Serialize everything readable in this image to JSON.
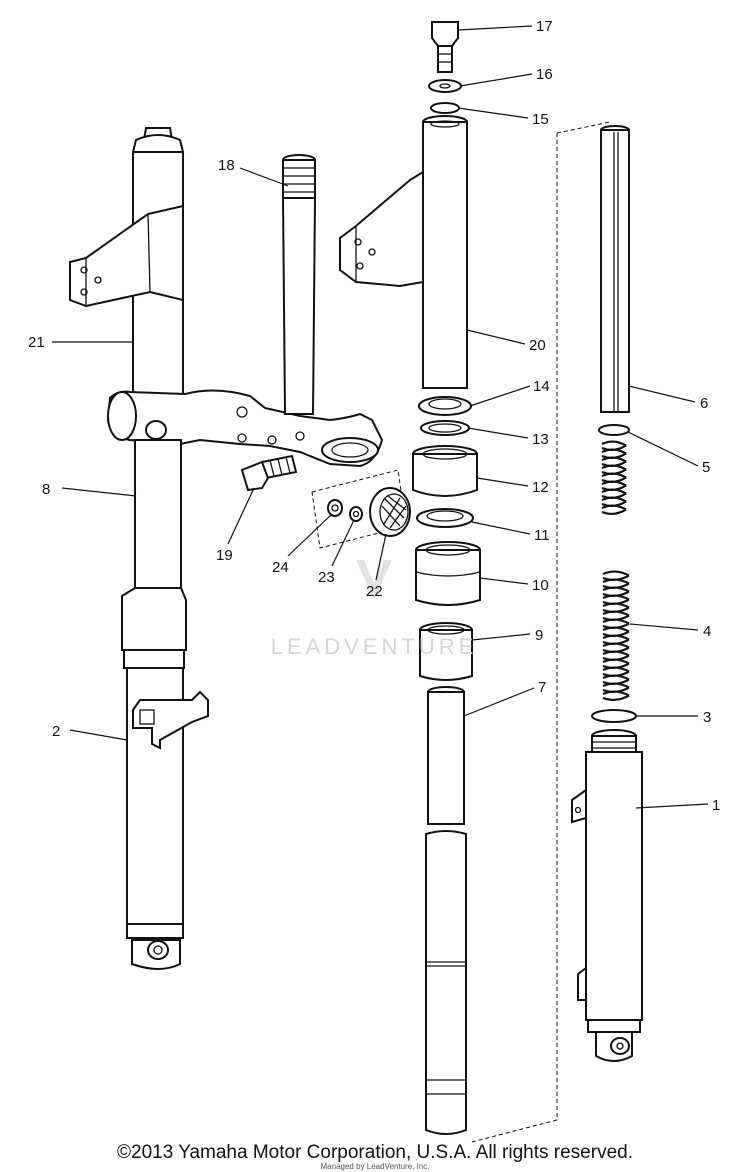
{
  "diagram": {
    "callouts": [
      {
        "id": "callout-17",
        "label": "17"
      },
      {
        "id": "callout-16",
        "label": "16"
      },
      {
        "id": "callout-15",
        "label": "15"
      },
      {
        "id": "callout-18",
        "label": "18"
      },
      {
        "id": "callout-21",
        "label": "21"
      },
      {
        "id": "callout-20",
        "label": "20"
      },
      {
        "id": "callout-14",
        "label": "14"
      },
      {
        "id": "callout-13",
        "label": "13"
      },
      {
        "id": "callout-6",
        "label": "6"
      },
      {
        "id": "callout-5",
        "label": "5"
      },
      {
        "id": "callout-12",
        "label": "12"
      },
      {
        "id": "callout-8",
        "label": "8"
      },
      {
        "id": "callout-19",
        "label": "19"
      },
      {
        "id": "callout-24",
        "label": "24"
      },
      {
        "id": "callout-23",
        "label": "23"
      },
      {
        "id": "callout-22",
        "label": "22"
      },
      {
        "id": "callout-11",
        "label": "11"
      },
      {
        "id": "callout-10",
        "label": "10"
      },
      {
        "id": "callout-4",
        "label": "4"
      },
      {
        "id": "callout-9",
        "label": "9"
      },
      {
        "id": "callout-7",
        "label": "7"
      },
      {
        "id": "callout-3",
        "label": "3"
      },
      {
        "id": "callout-2",
        "label": "2"
      },
      {
        "id": "callout-1",
        "label": "1"
      }
    ]
  },
  "watermark": {
    "text": "LEADVENTURE"
  },
  "footer": {
    "copyright": "©2013 Yamaha Motor Corporation, U.S.A. All rights reserved.",
    "sub": "Managed by LeadVenture, Inc."
  }
}
